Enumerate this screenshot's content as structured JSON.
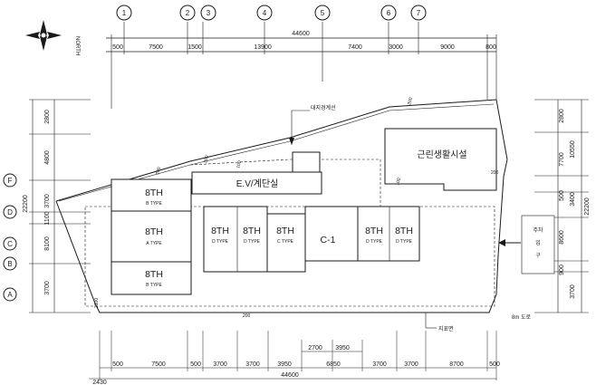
{
  "north_label": "NORTH",
  "grid_axes_top": [
    "1",
    "2",
    "3",
    "4",
    "5",
    "6",
    "7"
  ],
  "grid_axes_left": [
    "F",
    "D",
    "C",
    "B",
    "A"
  ],
  "dimensions": {
    "top_total": "44600",
    "top_segments": [
      "500",
      "7500",
      "1500",
      "13900",
      "7400",
      "3000",
      "9000",
      "800"
    ],
    "bottom_extra": [
      "2700",
      "3950"
    ],
    "bottom_segments": [
      "500",
      "7500",
      "500",
      "3700",
      "3700",
      "3950",
      "6850",
      "3700",
      "3700",
      "8700",
      "500"
    ],
    "bottom_total": "44600",
    "bottom_left_offset": "2430",
    "left_total": "22200",
    "left_segments": [
      "2800",
      "4800",
      "3700",
      "1100",
      "8100",
      "3700"
    ],
    "right_total": "22200",
    "right_segments": [
      "2800",
      "10550",
      "7700",
      "500",
      "3400",
      "8600",
      "3700",
      "900"
    ]
  },
  "units": {
    "ev": "E.V/계단실",
    "neighborhood": "근린생활시설",
    "type_b_top": {
      "main": "8TH",
      "sub": "B TYPE"
    },
    "type_a": {
      "main": "8TH",
      "sub": "A TYPE"
    },
    "type_b_bottom": {
      "main": "8TH",
      "sub": "B TYPE"
    },
    "row": [
      {
        "main": "8TH",
        "sub": "D TYPE"
      },
      {
        "main": "8TH",
        "sub": "D TYPE"
      },
      {
        "main": "8TH",
        "sub": "C TYPE"
      },
      {
        "main": "C-1",
        "sub": ""
      },
      {
        "main": "8TH",
        "sub": "D TYPE"
      },
      {
        "main": "8TH",
        "sub": "D TYPE"
      }
    ]
  },
  "labels": {
    "site_boundary": "대지경계선",
    "ground_level": "지표면",
    "road": "8m 도로",
    "entrance": [
      "주차",
      "입",
      "구"
    ]
  },
  "levels": [
    "200",
    "200",
    "100",
    "200",
    "100",
    "200",
    "2100",
    "200"
  ]
}
